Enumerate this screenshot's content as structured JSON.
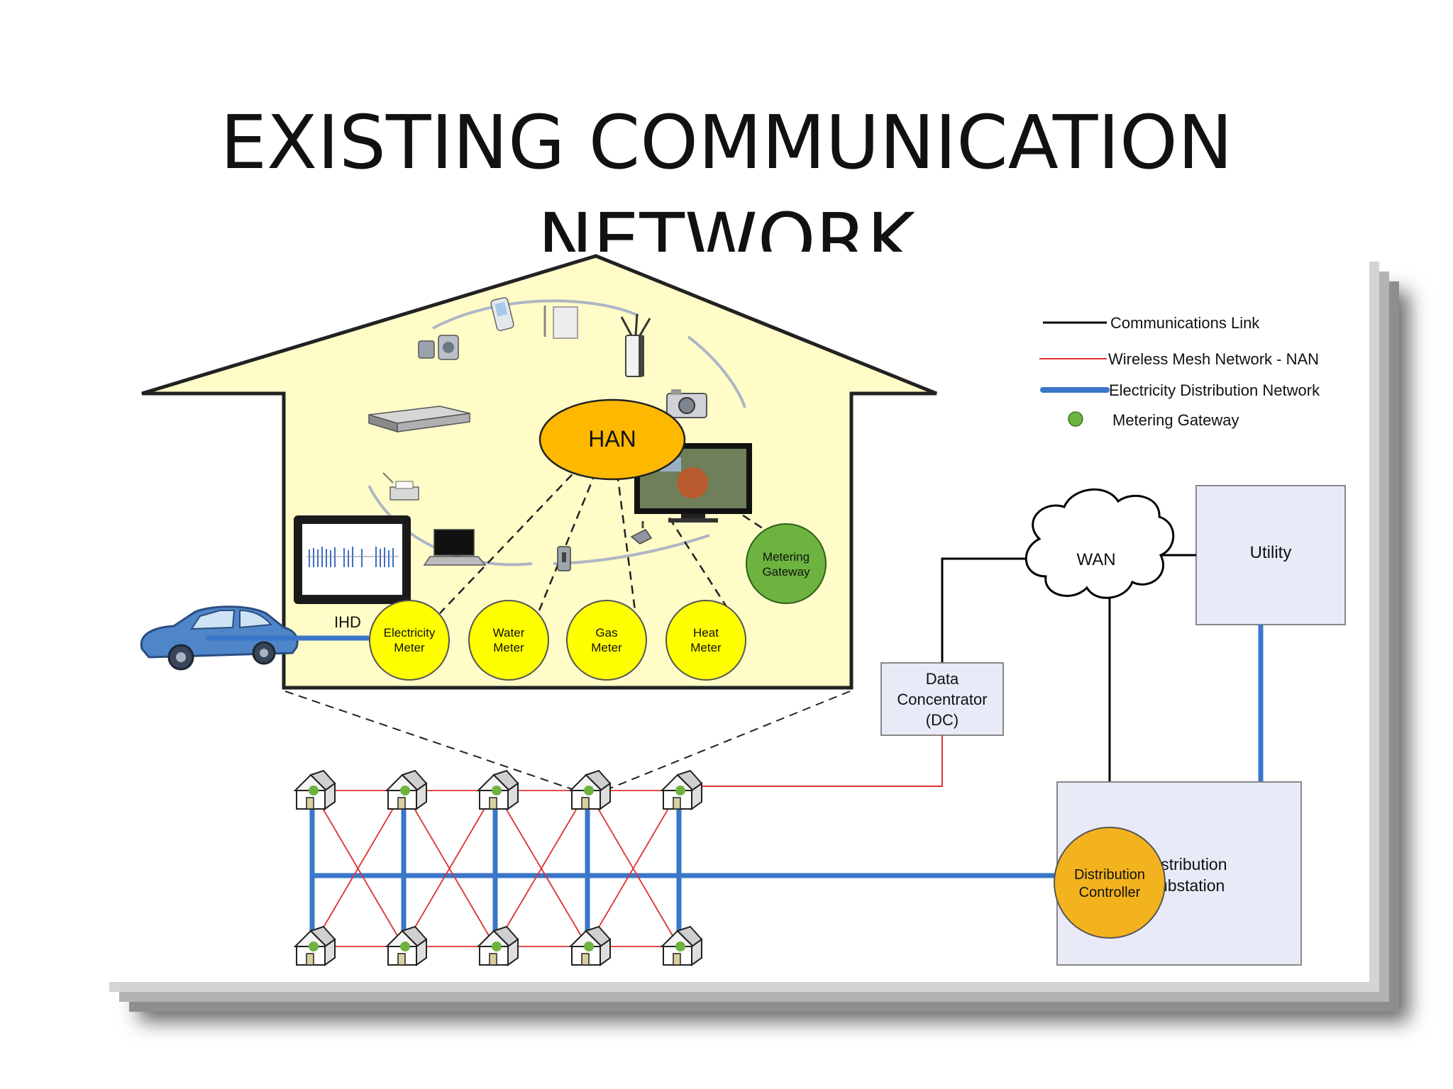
{
  "slide": {
    "title_line1": "EXISTING COMMUNICATION",
    "title_line2": "NETWORK"
  },
  "colors": {
    "house_fill": "#fffcc8",
    "meter_fill": "#ffff00",
    "han_fill": "#ffb800",
    "gateway_fill": "#6db33f",
    "distribution_line": "#3a76c9",
    "mesh_line": "#e03030",
    "comm_line": "#000000",
    "box_fill": "#e8ebf7"
  },
  "legend": {
    "communications_link": "Communications Link",
    "wireless_mesh": "Wireless Mesh Network - NAN",
    "electricity_distribution": "Electricity Distribution Network",
    "metering_gateway": "Metering Gateway"
  },
  "han": {
    "label": "HAN"
  },
  "ihd": {
    "label": "IHD"
  },
  "meters": [
    {
      "line1": "Electricity",
      "line2": "Meter"
    },
    {
      "line1": "Water",
      "line2": "Meter"
    },
    {
      "line1": "Gas",
      "line2": "Meter"
    },
    {
      "line1": "Heat",
      "line2": "Meter"
    }
  ],
  "metering_gateway": {
    "line1": "Metering",
    "line2": "Gateway"
  },
  "wan": {
    "label": "WAN"
  },
  "utility": {
    "label": "Utility"
  },
  "data_concentrator": {
    "line1": "Data",
    "line2": "Concentrator",
    "line3": "(DC)"
  },
  "distribution_controller": {
    "line1": "Distribution",
    "line2": "Controller"
  },
  "distribution_substation": {
    "line1": "Distribution",
    "line2": "Substation"
  },
  "icons": {
    "car": "car-icon",
    "house": "house-icon",
    "tv": "tv-icon",
    "laptop": "laptop-icon",
    "router": "router-icon",
    "camera": "camera-icon",
    "speakers": "speakers-icon",
    "phone": "phone-icon",
    "dvd_player": "dvd-player-icon",
    "printer": "printer-icon",
    "tablet": "tablet-icon",
    "thermostat": "thermostat-icon",
    "lamp": "lamp-icon"
  }
}
